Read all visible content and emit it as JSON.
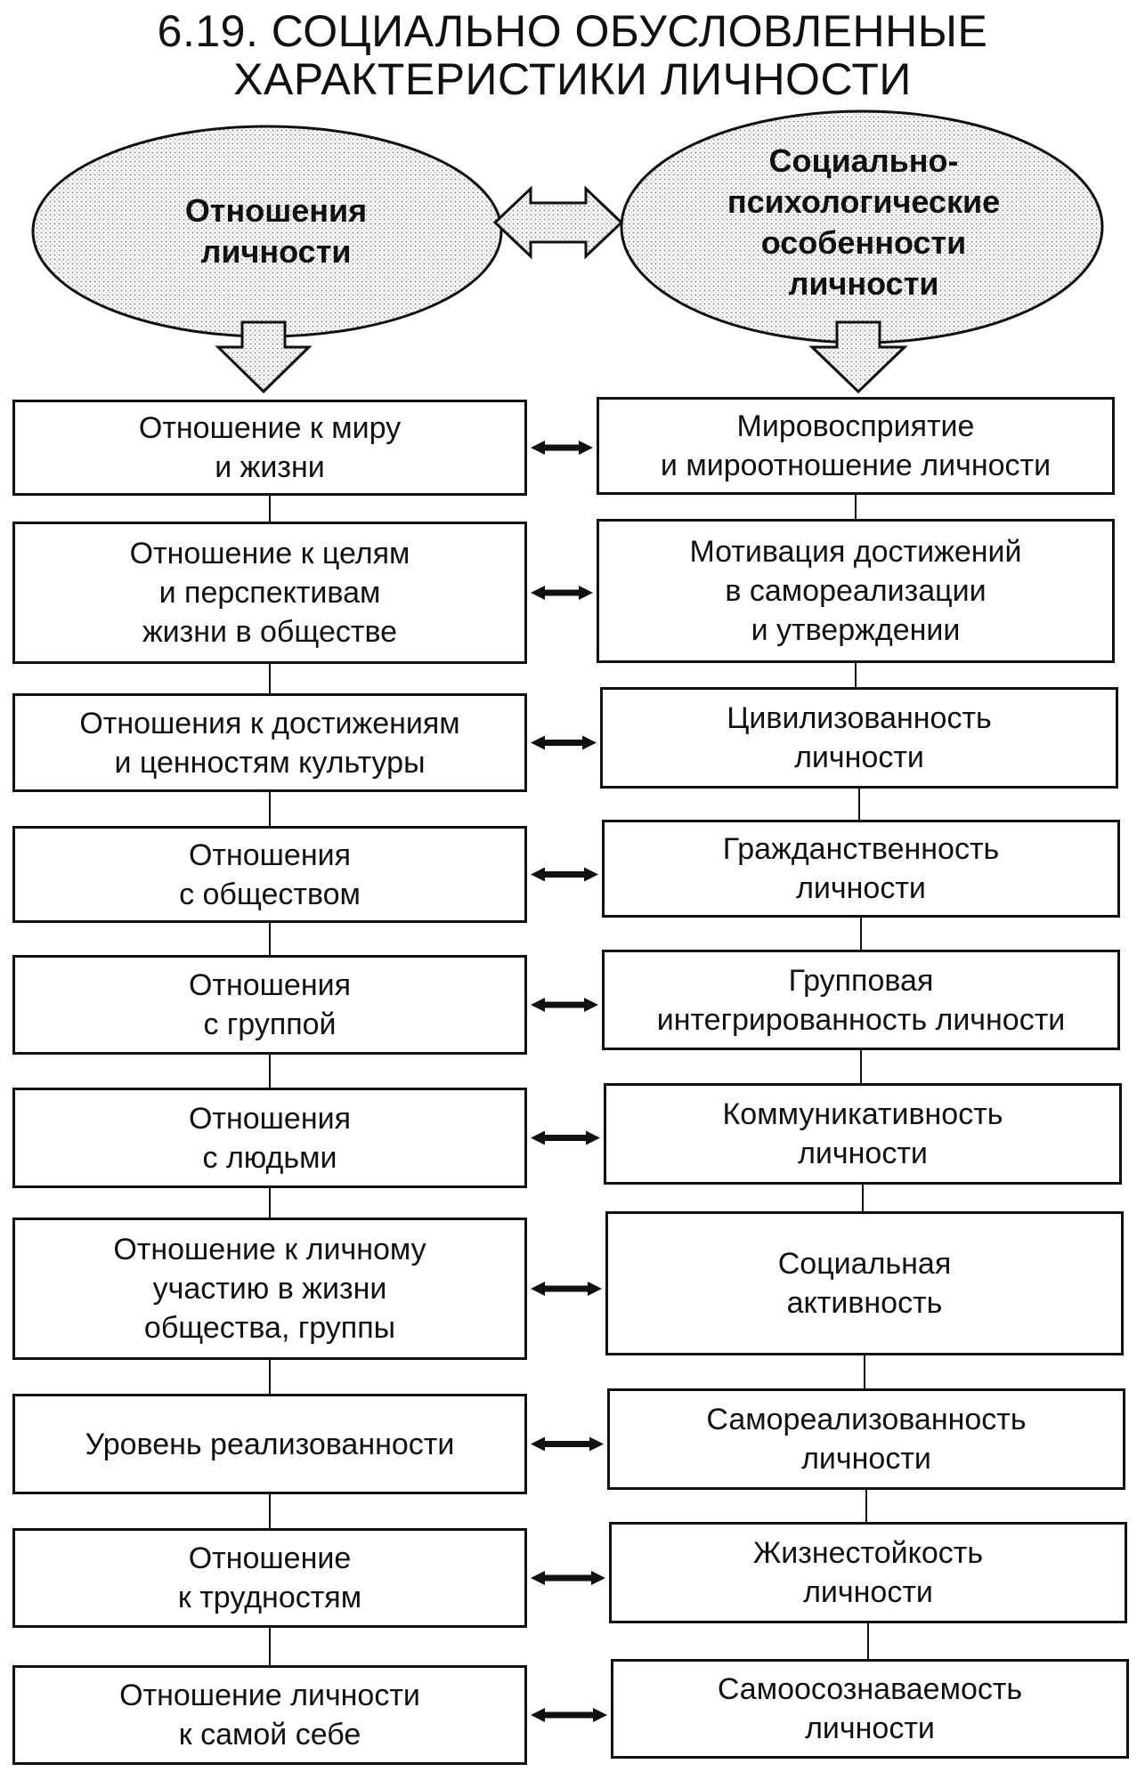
{
  "title": {
    "line1": "6.19. СОЦИАЛЬНО ОБУСЛОВЛЕННЫЕ",
    "line2": "ХАРАКТЕРИСТИКИ ЛИЧНОСТИ"
  },
  "left_header": "Отношения\nличности",
  "right_header": "Социально-\nпсихологические\nособенности\nличности",
  "rows": [
    {
      "left": "Отношение к миру\nи жизни",
      "right": "Мировосприятие\nи мироотношение личности"
    },
    {
      "left": "Отношение к целям\nи перспективам\nжизни в обществе",
      "right": "Мотивация достижений\nв самореализации\nи утверждении"
    },
    {
      "left": "Отношения к достижениям\nи ценностям культуры",
      "right": "Цивилизованность\nличности"
    },
    {
      "left": "Отношения\nс обществом",
      "right": "Гражданственность\nличности"
    },
    {
      "left": "Отношения\nс группой",
      "right": "Групповая\nинтегрированность личности"
    },
    {
      "left": "Отношения\nс людьми",
      "right": "Коммуникативность\nличности"
    },
    {
      "left": "Отношение к личному\nучастию в жизни\nобщества, группы",
      "right": "Социальная\nактивность"
    },
    {
      "left": "Уровень реализованности",
      "right": "Самореализованность\nличности"
    },
    {
      "left": "Отношение\nк трудностям",
      "right": "Жизнестойкость\nличности"
    },
    {
      "left": "Отношение личности\nк самой себе",
      "right": "Самоосознаваемость\nличности"
    }
  ]
}
